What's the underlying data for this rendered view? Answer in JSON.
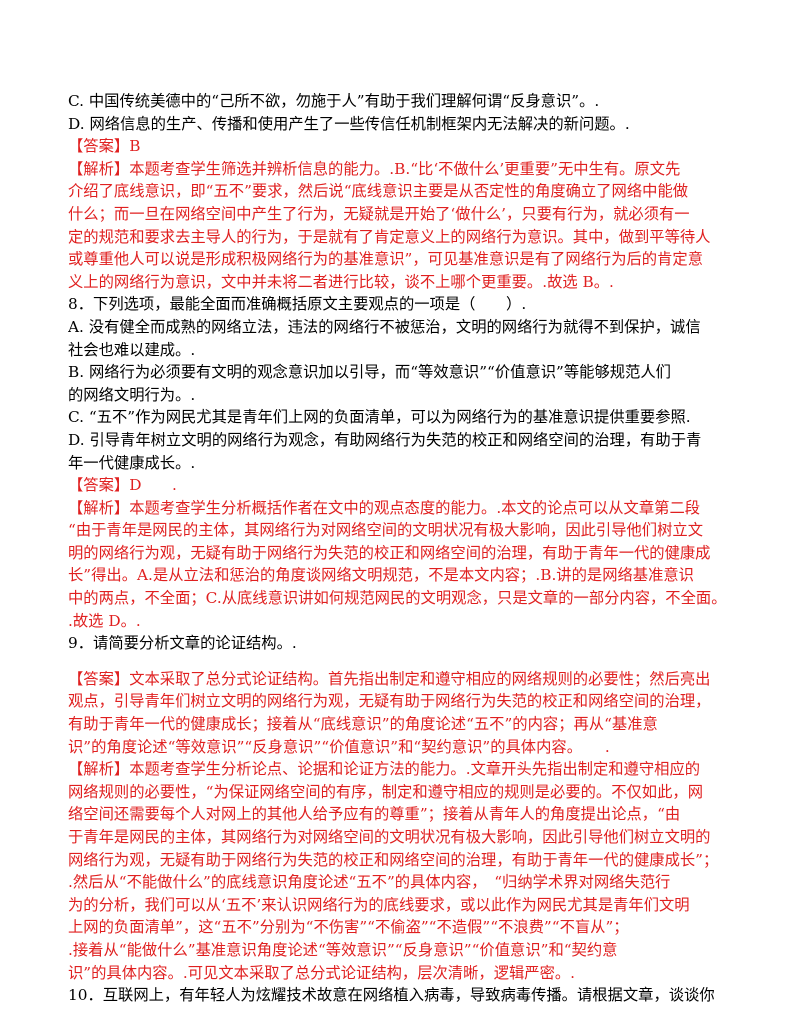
{
  "page": {
    "lines": [
      {
        "text": "C. 中国传统美德中的“己所不欲，勿施于人”有助于我们理解何谓“反身意识”。.",
        "color": "black"
      },
      {
        "text": "D. 网络信息的生产、传播和使用产生了一些传信任机制框架内无法解决的新问题。.",
        "color": "black"
      },
      {
        "text": "【答案】B",
        "color": "red"
      },
      {
        "text": "【解析】本题考查学生筛选并辨析信息的能力。.B.“比‘不做什么’更重要”无中生有。原文先",
        "color": "red"
      },
      {
        "text": "介绍了底线意识，即“五不”要求，然后说“底线意识主要是从否定性的角度确立了网络中能做",
        "color": "red"
      },
      {
        "text": "什么；而一旦在网络空间中产生了行为，无疑就是开始了‘做什么’，只要有行为，就必须有一",
        "color": "red"
      },
      {
        "text": "定的规范和要求去主导人的行为，于是就有了肯定意义上的网络行为意识。其中，做到平等待人",
        "color": "red"
      },
      {
        "text": "或尊重他人可以说是形成积极网络行为的基准意识”，可见基准意识是有了网络行为后的肯定意",
        "color": "red"
      },
      {
        "text": "义上的网络行为意识，文中并未将二者进行比较，谈不上哪个更重要。.故选 B。.",
        "color": "red"
      },
      {
        "text": "8．下列选项，最能全面而准确概括原文主要观点的一项是（　　）.",
        "color": "black"
      },
      {
        "text": "A. 没有健全而成熟的网络立法，违法的网络行不被惩治，文明的网络行为就得不到保护，诚信",
        "color": "black"
      },
      {
        "text": "社会也难以建成。.",
        "color": "black"
      },
      {
        "text": "B. 网络行为必须要有文明的观念意识加以引导，而“等效意识”“价值意识”等能够规范人们",
        "color": "black"
      },
      {
        "text": "的网络文明行为。.",
        "color": "black"
      },
      {
        "text": "C. “五不”作为网民尤其是青年们上网的负面清单，可以为网络行为的基准意识提供重要参照.",
        "color": "black"
      },
      {
        "text": "D. 引导青年树立文明的网络行为观念，有助网络行为失范的校正和网络空间的治理，有助于青",
        "color": "black"
      },
      {
        "text": "年一代健康成长。.",
        "color": "black"
      },
      {
        "text": "【答案】D　　.",
        "color": "red"
      },
      {
        "text": "【解析】本题考查学生分析概括作者在文中的观点态度的能力。.本文的论点可以从文章第二段",
        "color": "red"
      },
      {
        "text": "“由于青年是网民的主体，其网络行为对网络空间的文明状况有极大影响，因此引导他们树立文",
        "color": "red"
      },
      {
        "text": "明的网络行为观，无疑有助于网络行为失范的校正和网络空间的治理，有助于青年一代的健康成",
        "color": "red"
      },
      {
        "text": "长”得出。A.是从立法和惩治的角度谈网络文明规范，不是本文内容；.B.讲的是网络基准意识",
        "color": "red"
      },
      {
        "text": "中的两点，不全面；C.从底线意识讲如何规范网民的文明观念，只是文章的一部分内容，不全面。",
        "color": "red"
      },
      {
        "text": ".故选 D。.",
        "color": "red"
      },
      {
        "text": "9．请简要分析文章的论证结构。.",
        "color": "black"
      },
      {
        "text": "",
        "color": "gap"
      },
      {
        "text": "【答案】文本采取了总分式论证结构。首先指出制定和遵守相应的网络规则的必要性；然后亮出",
        "color": "red"
      },
      {
        "text": "观点，引导青年们树立文明的网络行为观，无疑有助于网络行为失范的校正和网络空间的治理，",
        "color": "red"
      },
      {
        "text": "有助于青年一代的健康成长；接着从“底线意识”的角度论述“五不”的内容；再从“基准意",
        "color": "red"
      },
      {
        "text": "识”的角度论述“等效意识”“反身意识”“价值意识”和“契约意识”的具体内容。　　.",
        "color": "red"
      },
      {
        "text": "【解析】本题考查学生分析论点、论据和论证方法的能力。.文章开头先指出制定和遵守相应的",
        "color": "red"
      },
      {
        "text": "网络规则的必要性，“为保证网络空间的有序，制定和遵守相应的规则是必要的。不仅如此，网",
        "color": "red"
      },
      {
        "text": "络空间还需要每个人对网上的其他人给予应有的尊重”；接着从青年人的角度提出论点，“由",
        "color": "red"
      },
      {
        "text": "于青年是网民的主体，其网络行为对网络空间的文明状况有极大影响，因此引导他们树立文明的",
        "color": "red"
      },
      {
        "text": "网络行为观，无疑有助于网络行为失范的校正和网络空间的治理，有助于青年一代的健康成长”；",
        "color": "red"
      },
      {
        "text": ".然后从“不能做什么”的底线意识角度论述“五不”的具体内容，　“归纳学术界对网络失范行",
        "color": "red"
      },
      {
        "text": "为的分析，我们可以从‘五不’来认识网络行为的底线要求，或以此作为网民尤其是青年们文明",
        "color": "red"
      },
      {
        "text": "上网的负面清单”，这“五不”分别为“不伤害”“不偷盗”“不造假”“不浪费”“不盲从”；",
        "color": "red"
      },
      {
        "text": ".接着从“能做什么”基准意识角度论述“等效意识”“反身意识”“价值意识”和“契约意",
        "color": "red"
      },
      {
        "text": "识”的具体内容。.可见文本采取了总分式论证结构，层次清晰，逻辑严密。.",
        "color": "red"
      },
      {
        "text": "10．互联网上，有年轻人为炫耀技术故意在网络植入病毒，导致病毒传播。请根据文章，谈谈你",
        "color": "black"
      }
    ]
  }
}
